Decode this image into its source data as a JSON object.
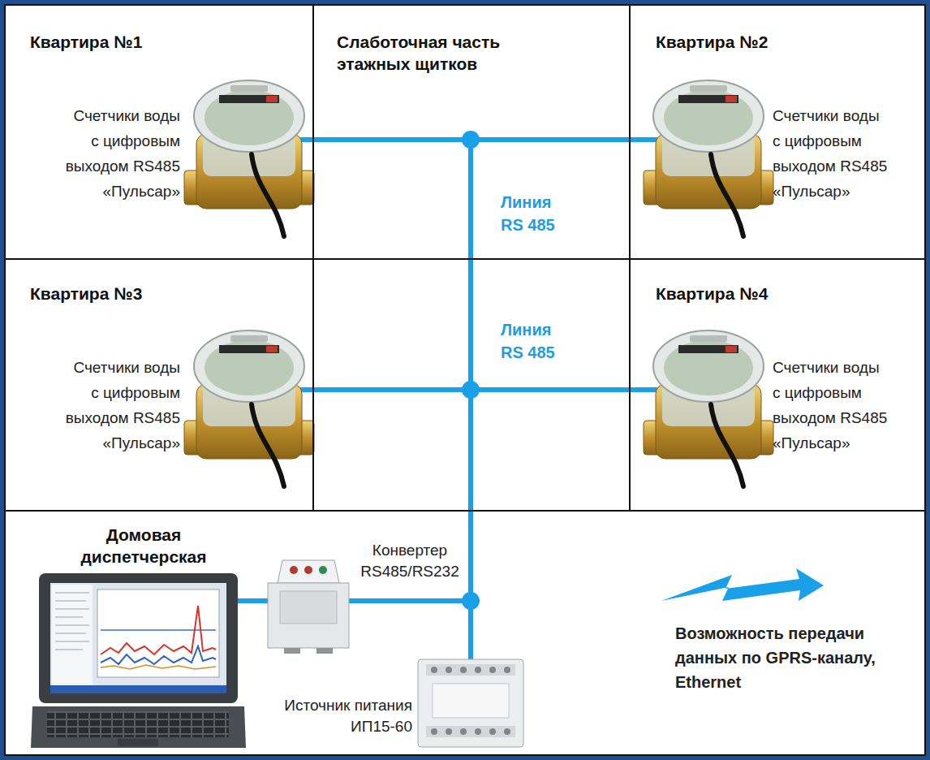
{
  "diagram": {
    "nodes": [
      {
        "text": [
          "Квартира №1",
          "Счетчики воды с цифровым выходом RS485 «Пульсар»"
        ]
      },
      {
        "text": [
          "Слаботочная часть этажных щитков"
        ]
      },
      {
        "text": [
          "Квартира №2",
          "Счетчики воды с цифровым выходом RS485 «Пульсар»"
        ]
      },
      {
        "text": [
          "Квартира №3",
          "Счетчики воды с цифровым выходом RS485 «Пульсар»"
        ]
      },
      {
        "text": [
          "Квартира №4",
          "Счетчики воды с цифровым выходом RS485 «Пульсар»"
        ]
      },
      {
        "text": [
          "Домовая диспетчерская"
        ]
      },
      {
        "text": [
          "Конвертер RS485/RS232"
        ],
        "in": 5
      },
      {
        "text": [
          "Источник питания ИП15-60"
        ],
        "in": 5
      }
    ],
    "edges": [
      {
        "from": 0,
        "to": 6,
        "arrow": "none"
      },
      {
        "from": 2,
        "to": 6,
        "arrow": "none"
      },
      {
        "from": 3,
        "to": 6,
        "arrow": "none"
      },
      {
        "from": 4,
        "to": 6,
        "arrow": "none"
      },
      {
        "from": 7,
        "to": 6,
        "arrow": "none"
      }
    ],
    "labels": [
      "Линия RS 485",
      "Линия RS 485",
      "Возможность передачи данных по GPRS-каналу, Ethernet"
    ]
  }
}
